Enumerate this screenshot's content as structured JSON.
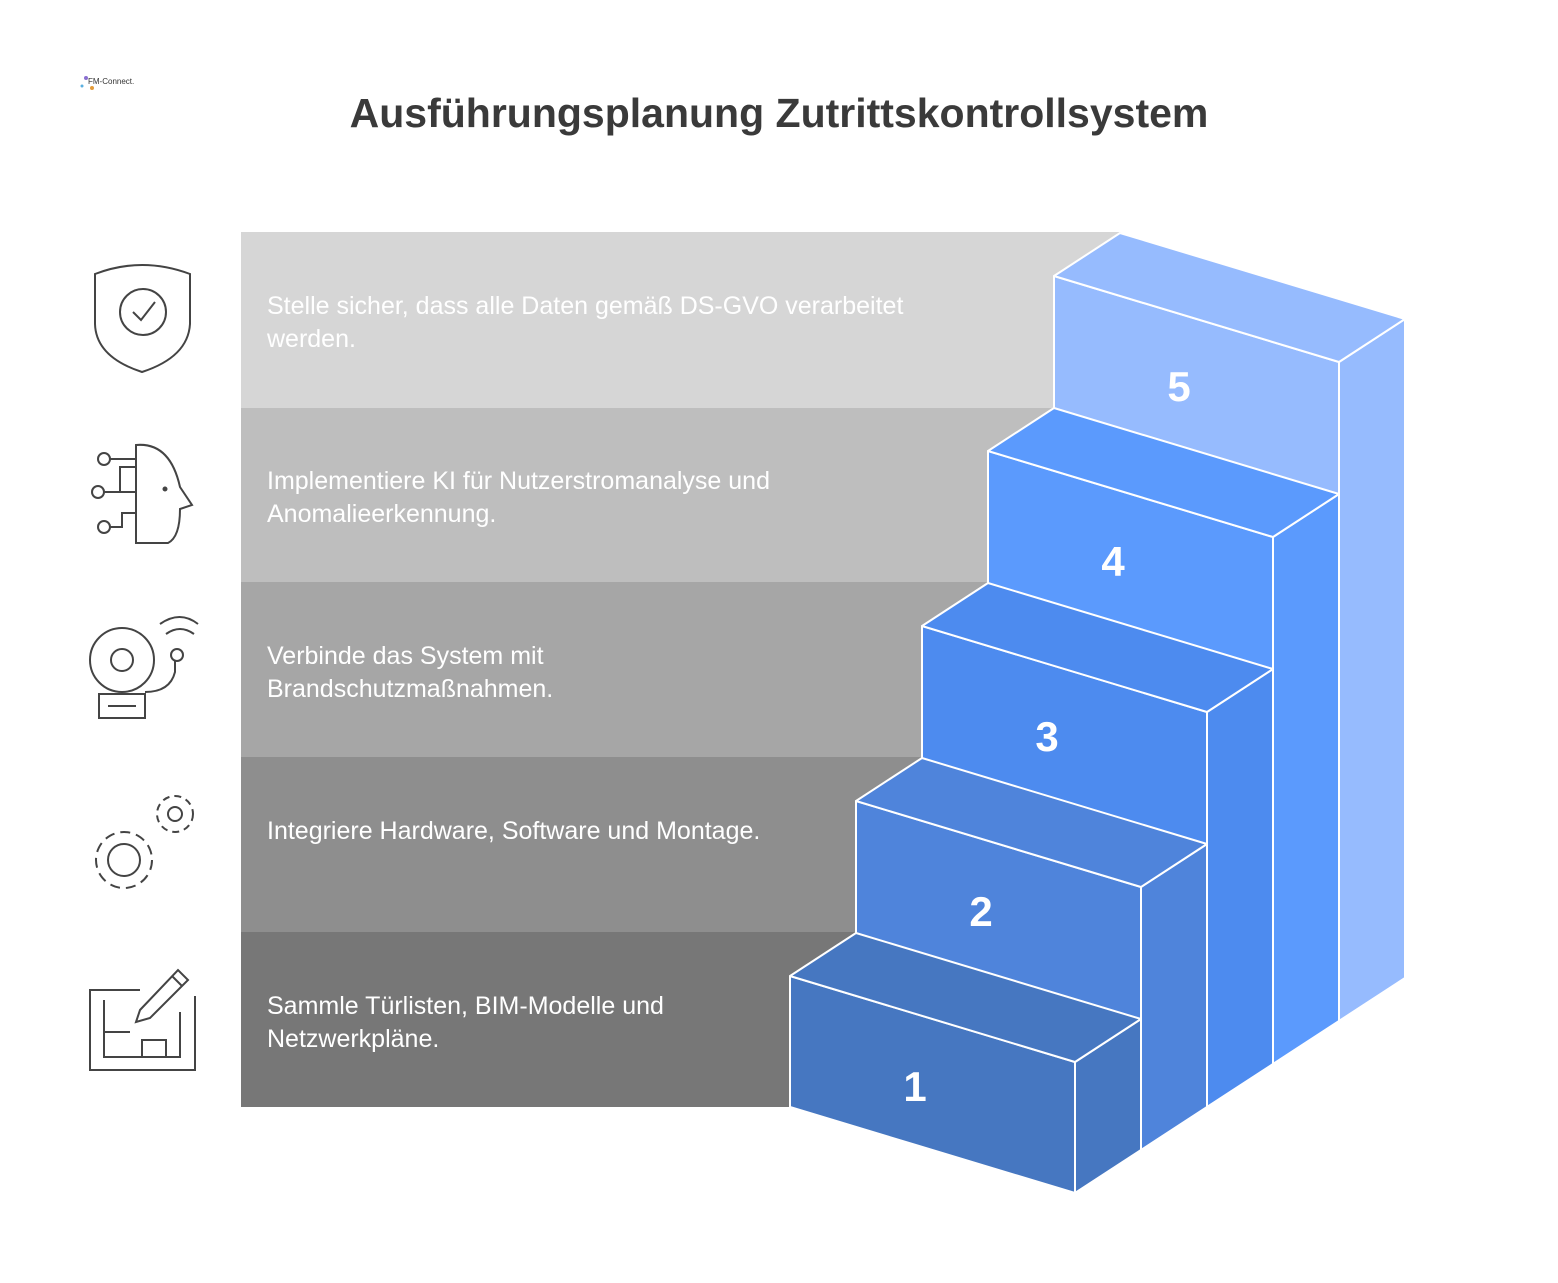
{
  "title": "Ausführungsplanung Zutrittskontrollsystem",
  "logo": {
    "text": "FM-Connect.com"
  },
  "steps": [
    {
      "number": "1",
      "text": "Sammle Türlisten, BIM-Modelle und Netzwerkpläne.",
      "icon": "blueprint-pencil-icon",
      "band_color": "#777777",
      "step_color": "#4677C1"
    },
    {
      "number": "2",
      "text": "Integriere Hardware, Software und Montage.",
      "icon": "gears-icon",
      "band_color": "#8E8E8E",
      "step_color": "#4F84DB"
    },
    {
      "number": "3",
      "text": "Verbinde das System mit Brandschutzmaßnahmen.",
      "icon": "fire-alarm-bell-icon",
      "band_color": "#A6A6A6",
      "step_color": "#4D8BEF"
    },
    {
      "number": "4",
      "text": "Implementiere KI für Nutzerstromanalyse und Anomalieerkennung.",
      "icon": "ai-head-icon",
      "band_color": "#BEBEBE",
      "step_color": "#5B9AFD"
    },
    {
      "number": "5",
      "text": "Stelle sicher, dass alle Daten gemäß DS-GVO verarbeitet werden.",
      "icon": "shield-check-icon",
      "band_color": "#D6D6D6",
      "step_color": "#96BBFE"
    }
  ]
}
